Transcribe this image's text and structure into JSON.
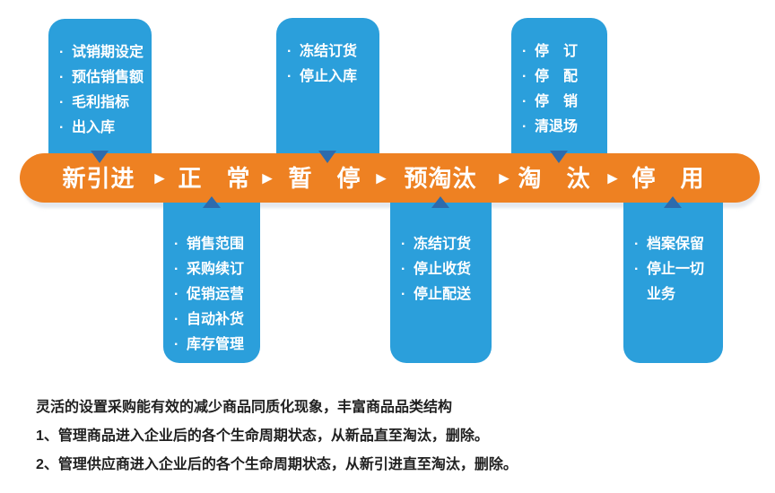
{
  "banner": {
    "stages": [
      "新引进",
      "正　常",
      "暂　停",
      "预淘汰",
      "淘　汰",
      "停　用"
    ],
    "arrow_char": "▶"
  },
  "bullet_char": "·",
  "boxes": [
    {
      "stage": "新引进",
      "position": "above",
      "items": [
        "试销期设定",
        "预估销售额",
        "毛利指标",
        "出入库"
      ]
    },
    {
      "stage": "正常",
      "position": "below",
      "items": [
        "销售范围",
        "采购续订",
        "促销运营",
        "自动补货",
        "库存管理"
      ]
    },
    {
      "stage": "暂停",
      "position": "above",
      "items": [
        "冻结订货",
        "停止入库"
      ]
    },
    {
      "stage": "预淘汰",
      "position": "below",
      "items": [
        "冻结订货",
        "停止收货",
        "停止配送"
      ]
    },
    {
      "stage": "淘汰",
      "position": "above",
      "items": [
        "停　订",
        "停　配",
        "停　销",
        "清退场"
      ]
    },
    {
      "stage": "停用",
      "position": "below",
      "items": [
        "档案保留",
        "停止一切业务"
      ]
    }
  ],
  "footer": {
    "lines": [
      "灵活的设置采购能有效的减少商品同质化现象，丰富商品品类结构",
      "1、管理商品进入企业后的各个生命周期状态，从新品直至淘汰，删除。",
      "2、管理供应商进入企业后的各个生命周期状态，从新引进直至淘汰，删除。"
    ]
  },
  "colors": {
    "banner_orange": "#ee8122",
    "box_blue": "#2b9fdb",
    "connector_blue": "#2d6bad",
    "banner_shadow": "#e4e8ee",
    "text_white": "#ffffff",
    "text_dark": "#1f1f1f"
  }
}
